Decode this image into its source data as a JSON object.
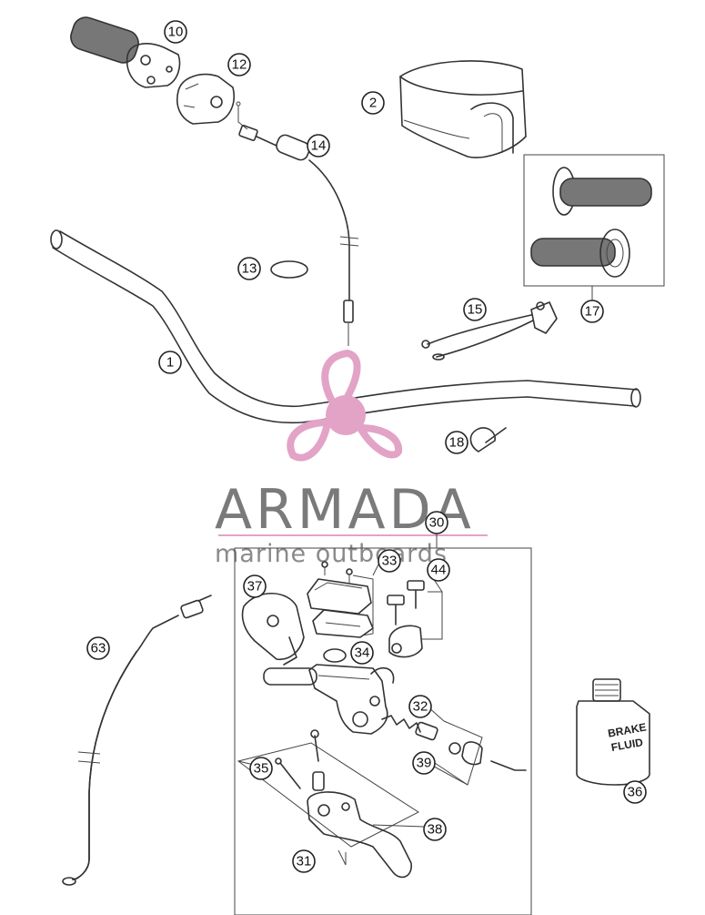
{
  "callouts": {
    "c10": "10",
    "c12": "12",
    "c2": "2",
    "c14": "14",
    "c13": "13",
    "c17": "17",
    "c15": "15",
    "c1": "1",
    "c18": "18",
    "c30": "30",
    "c33": "33",
    "c44": "44",
    "c37": "37",
    "c34": "34",
    "c63": "63",
    "c32": "32",
    "c39": "39",
    "c35": "35",
    "c36": "36",
    "c38": "38",
    "c31": "31"
  },
  "logo": {
    "brand": "ARMADA",
    "tagline": "marine outboards",
    "colors": {
      "accent": "#e2a3c7",
      "accent_dark": "#c873a6",
      "text": "#7a7a7a"
    }
  },
  "bottle": {
    "line1": "BRAKE",
    "line2": "FLUID"
  },
  "colors": {
    "line": "#333333",
    "background": "#ffffff"
  }
}
